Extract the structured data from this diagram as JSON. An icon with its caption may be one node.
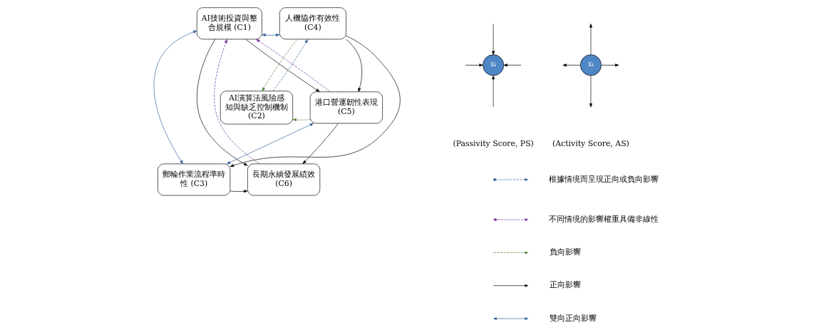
{
  "diagram": {
    "nodes": [
      {
        "text": [
          "AI技術投資與整合規模 (C1)"
        ]
      },
      {
        "text": [
          "人機協作有效性 (C4)"
        ]
      },
      {
        "text": [
          "AI演算法風險感知與缺乏控制機制(C2)"
        ]
      },
      {
        "text": [
          "港口營運韌性表現 (C5)"
        ]
      },
      {
        "text": [
          "郵輪作業流程準時性 (C3)"
        ]
      },
      {
        "text": [
          "長期永續發展績效 (C6)"
        ]
      },
      {
        "text": [
          "Xi"
        ]
      },
      {
        "text": [
          "Xi"
        ]
      }
    ],
    "labels": [
      "(Passivity Score, PS)",
      "(Activity Score, AS)"
    ],
    "edges": [
      {
        "from": 0,
        "to": 1,
        "arrow": "both",
        "color": "#2f5f98"
      },
      {
        "from": 3,
        "to": 0,
        "arrow": "to",
        "style": "dashed",
        "color": "#7030a0"
      },
      {
        "from": 1,
        "to": 2,
        "arrow": "to",
        "style": "dashed",
        "color": "#548235"
      },
      {
        "from": 2,
        "to": 1,
        "arrow": "to",
        "style": "dashed",
        "color": "#2f5f98"
      },
      {
        "from": 0,
        "to": 3,
        "arrow": "to"
      },
      {
        "from": 0,
        "to": 5,
        "arrow": "to"
      },
      {
        "from": 0,
        "to": 4,
        "arrow": "both",
        "color": "#2f5f98"
      },
      {
        "from": 5,
        "to": 0,
        "arrow": "to",
        "style": "dashed",
        "color": "#7030a0"
      },
      {
        "from": 1,
        "to": 4,
        "arrow": "to"
      },
      {
        "from": 1,
        "to": 3,
        "arrow": "to"
      },
      {
        "from": 3,
        "to": 2,
        "arrow": "to",
        "style": "dashed",
        "color": "#548235"
      },
      {
        "from": 3,
        "to": 5,
        "arrow": "to"
      },
      {
        "from": 4,
        "to": 3,
        "arrow": "both",
        "color": "#2f5f98"
      },
      {
        "from": 4,
        "to": 5,
        "arrow": "to"
      },
      {
        "from": null,
        "to": 6,
        "arrow": "to"
      },
      {
        "from": null,
        "to": 6,
        "arrow": "to"
      },
      {
        "from": null,
        "to": 6,
        "arrow": "to"
      },
      {
        "from": null,
        "to": 6,
        "arrow": "to"
      },
      {
        "from": 7,
        "to": null,
        "arrow": "to"
      },
      {
        "from": 7,
        "to": null,
        "arrow": "to"
      },
      {
        "from": 7,
        "to": null,
        "arrow": "to"
      },
      {
        "from": 7,
        "to": null,
        "arrow": "to"
      }
    ],
    "legend": [
      {
        "text": "根據情境而呈現正向或負向影響"
      },
      {
        "text": "不同情境的影響權重具備非線性"
      },
      {
        "text": "負向影響"
      },
      {
        "text": "正向影響"
      },
      {
        "text": "雙向正向影響"
      }
    ]
  }
}
